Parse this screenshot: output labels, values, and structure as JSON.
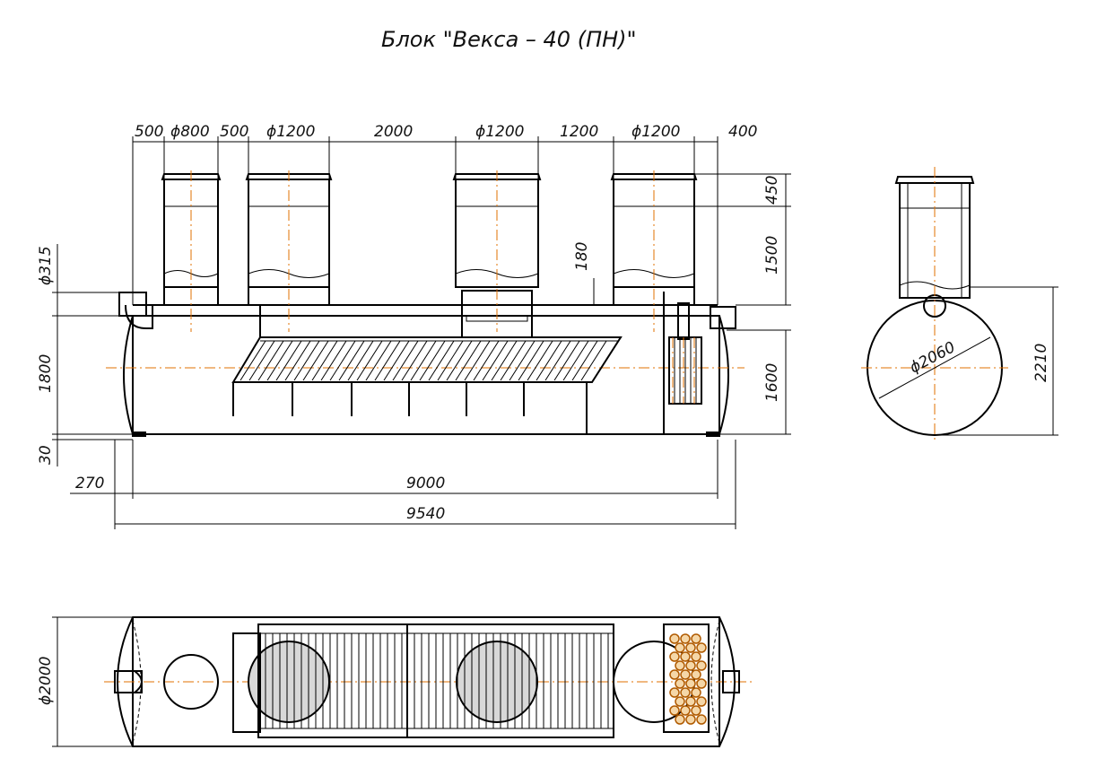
{
  "title": "Блок \"Векса – 40 (ПН)\"",
  "top_dims": [
    "500",
    "ϕ800",
    "500",
    "ϕ1200",
    "2000",
    "ϕ1200",
    "1200",
    "ϕ1200",
    "400"
  ],
  "right_dims": [
    "450",
    "1500",
    "180",
    "1600"
  ],
  "left_dims": [
    "ϕ315",
    "1800",
    "30",
    "270"
  ],
  "length_dims": [
    "9000",
    "9540"
  ],
  "section_dims": [
    "ϕ2060",
    "2210"
  ],
  "plan_dims": [
    "ϕ2000"
  ]
}
